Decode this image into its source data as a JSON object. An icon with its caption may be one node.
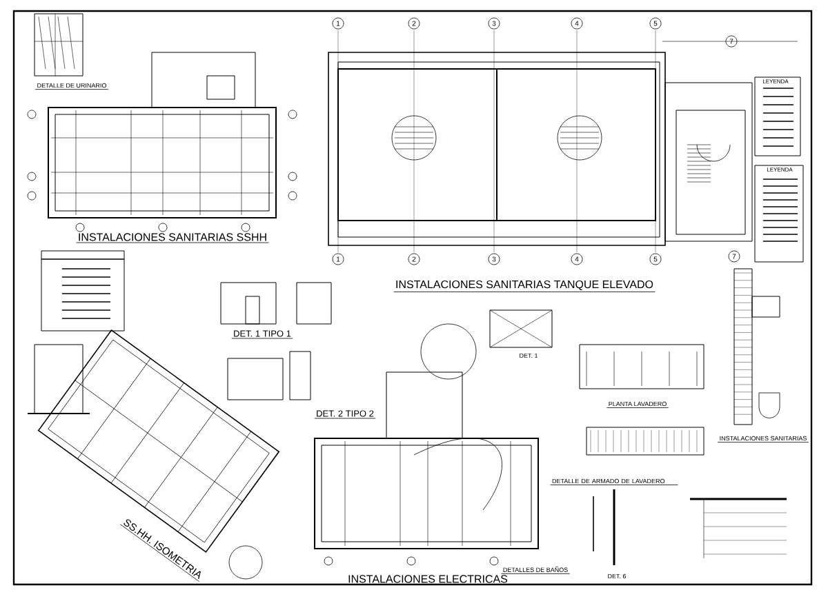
{
  "diagram": {
    "labels": [
      "DETALLE DE URINARIO",
      "INSTALACIONES SANITARIAS SSHH",
      "1",
      "2",
      "3",
      "4",
      "5",
      "7",
      "LEYENDA",
      "LEYENDA",
      "1",
      "2",
      "3",
      "4",
      "5",
      "7",
      "INSTALACIONES SANITARIAS TANQUE ELEVADO",
      "DET. 1 TIPO 1",
      "DET. 1",
      "DET. 2 TIPO 2",
      "PLANTA LAVADERO",
      "INSTALACIONES SANITARIAS",
      "DETALLE DE ARMADO DE LAVADERO",
      "SS.HH. ISOMETRIA",
      "DET. 6",
      "INSTALACIONES ELECTRICAS",
      "DETALLES DE BAÑOS"
    ]
  }
}
